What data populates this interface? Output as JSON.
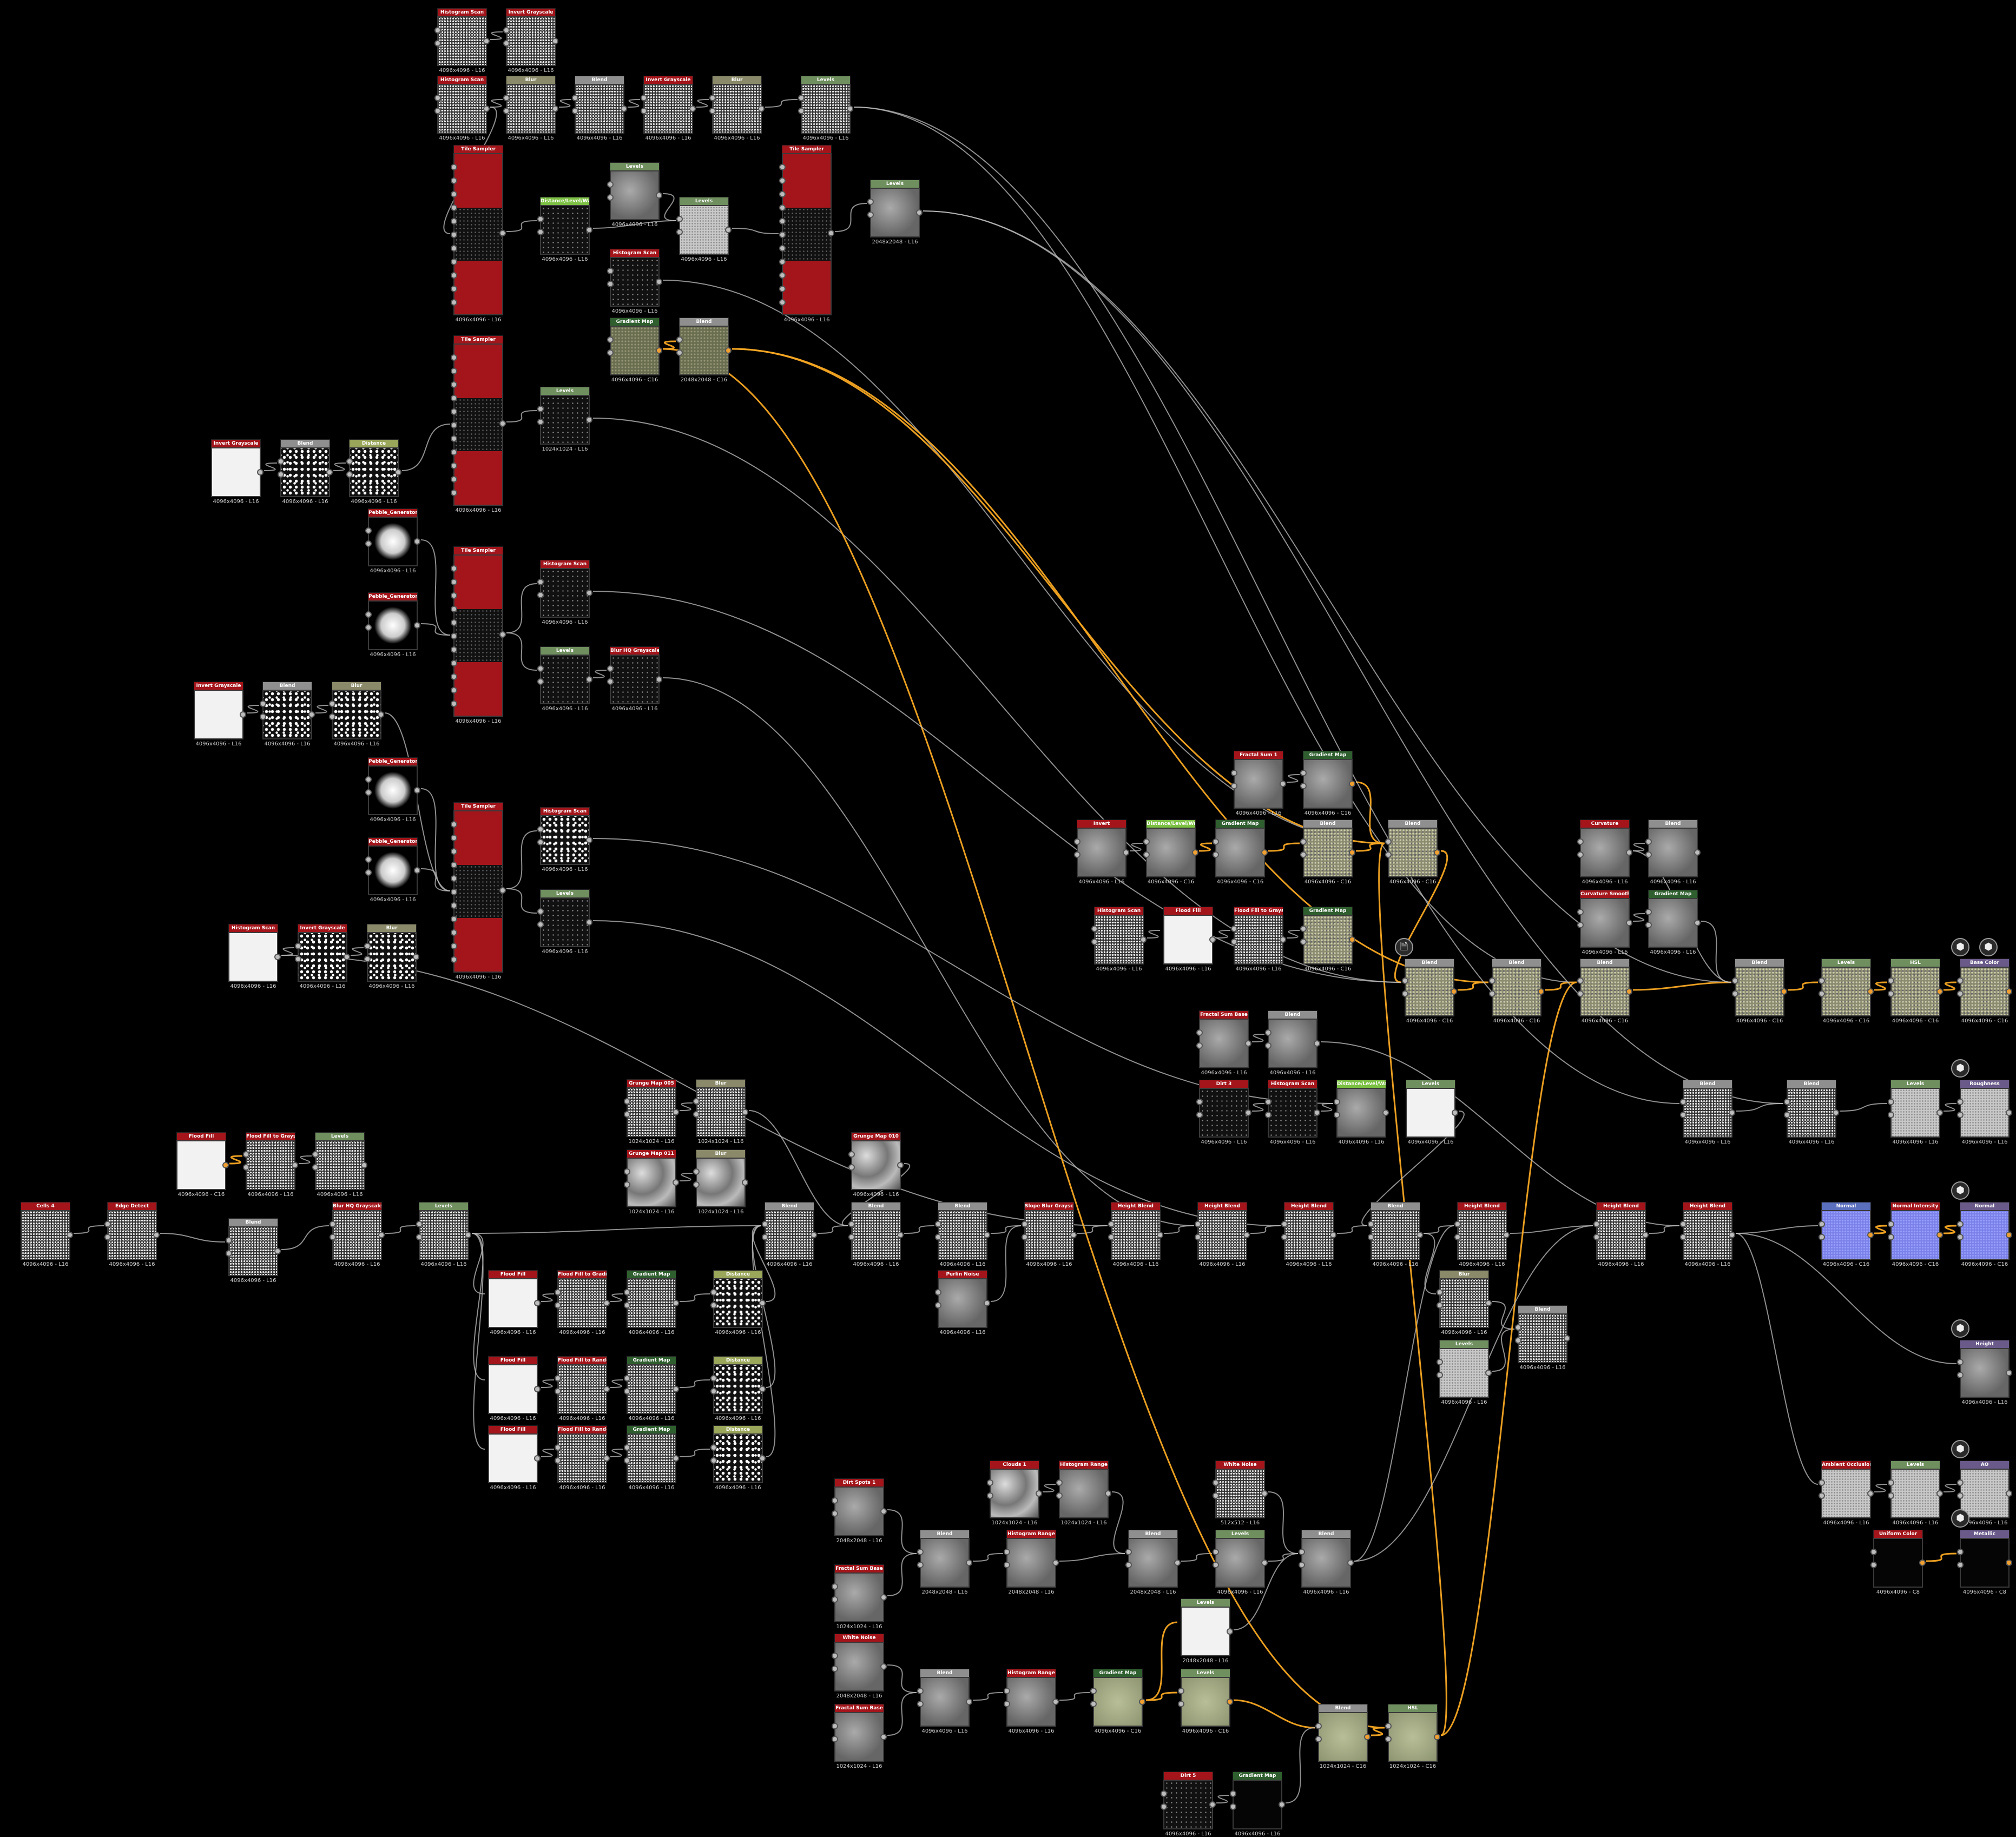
{
  "canvas": {
    "background": "#000000",
    "wire_color": "#bfbfbf",
    "highlight_wire_color": "#f5a623"
  },
  "colors": {
    "red": "#a3151b",
    "gray": "#8f8f8f",
    "green": "#6f8f5f",
    "lime": "#7cc043",
    "khaki": "#8a8a6a",
    "olive": "#9aa65a",
    "blue": "#5b6fbf",
    "darkgreen": "#2f5f2f",
    "purple": "#6a5a8a"
  },
  "nodes": [
    {
      "id": "n1",
      "title": "Histogram Scan",
      "res": "4096x4096 - L16",
      "tex": "noise",
      "hc": "red"
    },
    {
      "id": "n2",
      "title": "Invert Grayscale",
      "res": "4096x4096 - L16",
      "tex": "noise",
      "hc": "red"
    },
    {
      "id": "n3",
      "title": "Histogram Scan",
      "res": "4096x4096 - L16",
      "tex": "noise",
      "hc": "red"
    },
    {
      "id": "n4",
      "title": "Blur",
      "res": "4096x4096 - L16",
      "tex": "noise",
      "hc": "khaki"
    },
    {
      "id": "n5",
      "title": "Blend",
      "res": "4096x4096 - L16",
      "tex": "noise",
      "hc": "gray"
    },
    {
      "id": "n6",
      "title": "Invert Grayscale",
      "res": "4096x4096 - L16",
      "tex": "noise",
      "hc": "red"
    },
    {
      "id": "n7",
      "title": "Blur",
      "res": "4096x4096 - L16",
      "tex": "noise",
      "hc": "khaki"
    },
    {
      "id": "n8",
      "title": "Levels",
      "res": "4096x4096 - L16",
      "tex": "noise",
      "hc": "green"
    },
    {
      "id": "t1",
      "title": "Tile Sampler",
      "res": "4096x4096 - L16",
      "tex": "tall",
      "hc": "red"
    },
    {
      "id": "n9",
      "title": "Levels",
      "res": "4096x4096 - L16",
      "tex": "gray",
      "hc": "green"
    },
    {
      "id": "n10",
      "title": "Distance/Level/Warp",
      "res": "4096x4096 - L16",
      "tex": "dark",
      "hc": "lime"
    },
    {
      "id": "n11",
      "title": "Levels",
      "res": "4096x4096 - L16",
      "tex": "light",
      "hc": "green"
    },
    {
      "id": "t2",
      "title": "Tile Sampler",
      "res": "4096x4096 - L16",
      "tex": "tall",
      "hc": "red"
    },
    {
      "id": "n12",
      "title": "Levels",
      "res": "2048x2048 - L16",
      "tex": "gray",
      "hc": "green"
    },
    {
      "id": "n13",
      "title": "Histogram Scan",
      "res": "4096x4096 - L16",
      "tex": "dark",
      "hc": "red"
    },
    {
      "id": "n14",
      "title": "Gradient Map",
      "res": "4096x4096 - C16",
      "tex": "olive",
      "hc": "darkgreen"
    },
    {
      "id": "n15",
      "title": "Blend",
      "res": "2048x2048 - C16",
      "tex": "olive",
      "hc": "gray"
    },
    {
      "id": "t3",
      "title": "Tile Sampler",
      "res": "4096x4096 - L16",
      "tex": "tall",
      "hc": "red"
    },
    {
      "id": "n16",
      "title": "Levels",
      "res": "1024x1024 - L16",
      "tex": "dark",
      "hc": "green"
    },
    {
      "id": "n17",
      "title": "Invert Grayscale",
      "res": "4096x4096 - L16",
      "tex": "white",
      "hc": "red"
    },
    {
      "id": "n18",
      "title": "Blend",
      "res": "4096x4096 - L16",
      "tex": "spots",
      "hc": "gray"
    },
    {
      "id": "n19",
      "title": "Distance",
      "res": "4096x4096 - L16",
      "tex": "spots",
      "hc": "olive"
    },
    {
      "id": "n20",
      "title": "Pebble_Generator",
      "res": "4096x4096 - L16",
      "tex": "pebble",
      "hc": "red"
    },
    {
      "id": "n21",
      "title": "Pebble_Generator",
      "res": "4096x4096 - L16",
      "tex": "pebble",
      "hc": "red"
    },
    {
      "id": "t4",
      "title": "Tile Sampler",
      "res": "4096x4096 - L16",
      "tex": "tall",
      "hc": "red"
    },
    {
      "id": "n22",
      "title": "Histogram Scan",
      "res": "4096x4096 - L16",
      "tex": "dark",
      "hc": "red"
    },
    {
      "id": "n23",
      "title": "Levels",
      "res": "4096x4096 - L16",
      "tex": "dark",
      "hc": "green"
    },
    {
      "id": "n24",
      "title": "Blur HQ Grayscale",
      "res": "4096x4096 - L16",
      "tex": "dark",
      "hc": "red"
    },
    {
      "id": "n25",
      "title": "Invert Grayscale",
      "res": "4096x4096 - L16",
      "tex": "white",
      "hc": "red"
    },
    {
      "id": "n26",
      "title": "Blend",
      "res": "4096x4096 - L16",
      "tex": "spots",
      "hc": "gray"
    },
    {
      "id": "n27",
      "title": "Blur",
      "res": "4096x4096 - L16",
      "tex": "spots",
      "hc": "khaki"
    },
    {
      "id": "n28",
      "title": "Pebble_Generator",
      "res": "4096x4096 - L16",
      "tex": "pebble",
      "hc": "red"
    },
    {
      "id": "n29",
      "title": "Pebble_Generator",
      "res": "4096x4096 - L16",
      "tex": "pebble",
      "hc": "red"
    },
    {
      "id": "t5",
      "title": "Tile Sampler",
      "res": "4096x4096 - L16",
      "tex": "tall",
      "hc": "red"
    },
    {
      "id": "n30",
      "title": "Histogram Scan",
      "res": "4096x4096 - L16",
      "tex": "spots",
      "hc": "red"
    },
    {
      "id": "n31",
      "title": "Levels",
      "res": "4096x4096 - L16",
      "tex": "dark",
      "hc": "green"
    },
    {
      "id": "n32",
      "title": "Histogram Scan",
      "res": "4096x4096 - L16",
      "tex": "white",
      "hc": "red"
    },
    {
      "id": "n33",
      "title": "Invert Grayscale",
      "res": "4096x4096 - L16",
      "tex": "spots",
      "hc": "red"
    },
    {
      "id": "n34",
      "title": "Blur",
      "res": "4096x4096 - L16",
      "tex": "spots",
      "hc": "khaki"
    },
    {
      "id": "n35",
      "title": "Fractal Sum 1",
      "res": "4096x4096 - L16",
      "tex": "gray",
      "hc": "red"
    },
    {
      "id": "n36",
      "title": "Gradient Map",
      "res": "4096x4096 - C16",
      "tex": "gray",
      "hc": "darkgreen"
    },
    {
      "id": "n37",
      "title": "Invert",
      "res": "4096x4096 - L16",
      "tex": "gray",
      "hc": "red"
    },
    {
      "id": "n38",
      "title": "Distance/Level/Warp",
      "res": "4096x4096 - C16",
      "tex": "gray",
      "hc": "lime"
    },
    {
      "id": "n39",
      "title": "Gradient Map",
      "res": "4096x4096 - C16",
      "tex": "gray",
      "hc": "darkgreen"
    },
    {
      "id": "n40",
      "title": "Blend",
      "res": "4096x4096 - C16",
      "tex": "rock",
      "hc": "gray"
    },
    {
      "id": "n41",
      "title": "Blend",
      "res": "4096x4096 - C16",
      "tex": "rock",
      "hc": "gray"
    },
    {
      "id": "n42",
      "title": "Histogram Scan",
      "res": "4096x4096 - L16",
      "tex": "noise",
      "hc": "red"
    },
    {
      "id": "n43",
      "title": "Flood Fill",
      "res": "4096x4096 - L16",
      "tex": "white",
      "hc": "red"
    },
    {
      "id": "n44",
      "title": "Flood Fill to Grayscale",
      "res": "4096x4096 - L16",
      "tex": "noise",
      "hc": "red"
    },
    {
      "id": "n45",
      "title": "Gradient Map",
      "res": "4096x4096 - C16",
      "tex": "rock",
      "hc": "darkgreen"
    },
    {
      "id": "n46",
      "title": "Curvature",
      "res": "4096x4096 - L16",
      "tex": "gray",
      "hc": "red"
    },
    {
      "id": "n47",
      "title": "Blend",
      "res": "4096x4096 - L16",
      "tex": "gray",
      "hc": "gray"
    },
    {
      "id": "n48",
      "title": "Curvature Smooth",
      "res": "4096x4096 - L16",
      "tex": "gray",
      "hc": "red"
    },
    {
      "id": "n49",
      "title": "Gradient Map",
      "res": "4096x4096 - L16",
      "tex": "gray",
      "hc": "darkgreen"
    },
    {
      "id": "n50",
      "title": "Blend",
      "res": "4096x4096 - C16",
      "tex": "rock",
      "hc": "gray"
    },
    {
      "id": "n51",
      "title": "Blend",
      "res": "4096x4096 - C16",
      "tex": "rock",
      "hc": "gray"
    },
    {
      "id": "n52",
      "title": "Blend",
      "res": "4096x4096 - C16",
      "tex": "rock",
      "hc": "gray"
    },
    {
      "id": "n53",
      "title": "Blend",
      "res": "4096x4096 - C16",
      "tex": "rock",
      "hc": "gray"
    },
    {
      "id": "n54",
      "title": "Levels",
      "res": "4096x4096 - C16",
      "tex": "rock",
      "hc": "green"
    },
    {
      "id": "n55",
      "title": "HSL",
      "res": "4096x4096 - C16",
      "tex": "rock",
      "hc": "green"
    },
    {
      "id": "o1",
      "title": "Base Color",
      "res": "4096x4096 - C16",
      "tex": "rock",
      "hc": "purple"
    },
    {
      "id": "n56",
      "title": "Fractal Sum Base",
      "res": "4096x4096 - L16",
      "tex": "gray",
      "hc": "red"
    },
    {
      "id": "n57",
      "title": "Blend",
      "res": "4096x4096 - L16",
      "tex": "gray",
      "hc": "gray"
    },
    {
      "id": "n58",
      "title": "Dirt 3",
      "res": "4096x4096 - L16",
      "tex": "dark",
      "hc": "red"
    },
    {
      "id": "n59",
      "title": "Histogram Scan",
      "res": "4096x4096 - L16",
      "tex": "dark",
      "hc": "red"
    },
    {
      "id": "n60",
      "title": "Distance/Level/Warp",
      "res": "4096x4096 - L16",
      "tex": "gray",
      "hc": "lime"
    },
    {
      "id": "n61",
      "title": "Levels",
      "res": "4096x4096 - L16",
      "tex": "white",
      "hc": "green"
    },
    {
      "id": "n62",
      "title": "Blend",
      "res": "4096x4096 - L16",
      "tex": "noise",
      "hc": "gray"
    },
    {
      "id": "n63",
      "title": "Blend",
      "res": "4096x4096 - L16",
      "tex": "noise",
      "hc": "gray"
    },
    {
      "id": "n64",
      "title": "Levels",
      "res": "4096x4096 - L16",
      "tex": "light",
      "hc": "green"
    },
    {
      "id": "o2",
      "title": "Roughness",
      "res": "4096x4096 - L16",
      "tex": "light",
      "hc": "purple"
    },
    {
      "id": "n65",
      "title": "Cells 4",
      "res": "4096x4096 - L16",
      "tex": "noise",
      "hc": "red"
    },
    {
      "id": "n66",
      "title": "Edge Detect",
      "res": "4096x4096 - L16",
      "tex": "noise",
      "hc": "red"
    },
    {
      "id": "n67",
      "title": "Flood Fill",
      "res": "4096x4096 - C16",
      "tex": "white",
      "hc": "red"
    },
    {
      "id": "n68",
      "title": "Flood Fill to Grayscale",
      "res": "4096x4096 - L16",
      "tex": "noise",
      "hc": "red"
    },
    {
      "id": "n69",
      "title": "Levels",
      "res": "4096x4096 - L16",
      "tex": "noise",
      "hc": "green"
    },
    {
      "id": "n70",
      "title": "Blend",
      "res": "4096x4096 - L16",
      "tex": "noise",
      "hc": "gray"
    },
    {
      "id": "n71",
      "title": "Blur HQ Grayscale",
      "res": "4096x4096 - L16",
      "tex": "noise",
      "hc": "red"
    },
    {
      "id": "n72",
      "title": "Levels",
      "res": "4096x4096 - L16",
      "tex": "noise",
      "hc": "green"
    },
    {
      "id": "n73",
      "title": "Grunge Map 005",
      "res": "1024x1024 - L16",
      "tex": "noise",
      "hc": "red"
    },
    {
      "id": "n74",
      "title": "Blur",
      "res": "1024x1024 - L16",
      "tex": "noise",
      "hc": "khaki"
    },
    {
      "id": "n75",
      "title": "Grunge Map 011",
      "res": "1024x1024 - L16",
      "tex": "cloud",
      "hc": "red"
    },
    {
      "id": "n76",
      "title": "Blur",
      "res": "1024x1024 - L16",
      "tex": "cloud",
      "hc": "khaki"
    },
    {
      "id": "n77",
      "title": "Grunge Map 010",
      "res": "4096x4096 - L16",
      "tex": "cloud",
      "hc": "red"
    },
    {
      "id": "n78",
      "title": "Blend",
      "res": "4096x4096 - L16",
      "tex": "noise",
      "hc": "gray"
    },
    {
      "id": "n79",
      "title": "Blend",
      "res": "4096x4096 - L16",
      "tex": "noise",
      "hc": "gray"
    },
    {
      "id": "n80",
      "title": "Blend",
      "res": "4096x4096 - L16",
      "tex": "noise",
      "hc": "gray"
    },
    {
      "id": "n81",
      "title": "Slope Blur Grayscale",
      "res": "4096x4096 - L16",
      "tex": "noise",
      "hc": "red"
    },
    {
      "id": "n82",
      "title": "Perlin Noise",
      "res": "4096x4096 - L16",
      "tex": "gray",
      "hc": "red"
    },
    {
      "id": "n83",
      "title": "Height Blend",
      "res": "4096x4096 - L16",
      "tex": "noise",
      "hc": "red"
    },
    {
      "id": "n84",
      "title": "Height Blend",
      "res": "4096x4096 - L16",
      "tex": "noise",
      "hc": "red"
    },
    {
      "id": "n85",
      "title": "Height Blend",
      "res": "4096x4096 - L16",
      "tex": "noise",
      "hc": "red"
    },
    {
      "id": "n86",
      "title": "Blend",
      "res": "4096x4096 - L16",
      "tex": "noise",
      "hc": "gray"
    },
    {
      "id": "n87",
      "title": "Height Blend",
      "res": "4096x4096 - L16",
      "tex": "noise",
      "hc": "red"
    },
    {
      "id": "n88",
      "title": "Height Blend",
      "res": "4096x4096 - L16",
      "tex": "noise",
      "hc": "red"
    },
    {
      "id": "n89",
      "title": "Height Blend",
      "res": "4096x4096 - L16",
      "tex": "noise",
      "hc": "red"
    },
    {
      "id": "n90",
      "title": "Normal",
      "res": "4096x4096 - C16",
      "tex": "normal",
      "hc": "blue"
    },
    {
      "id": "n91",
      "title": "Normal Intensity",
      "res": "4096x4096 - C16",
      "tex": "normal",
      "hc": "red"
    },
    {
      "id": "o3",
      "title": "Normal",
      "res": "4096x4096 - C16",
      "tex": "normal",
      "hc": "purple"
    },
    {
      "id": "n92",
      "title": "Blur",
      "res": "4096x4096 - L16",
      "tex": "noise",
      "hc": "khaki"
    },
    {
      "id": "n93",
      "title": "Levels",
      "res": "4096x4096 - L16",
      "tex": "light",
      "hc": "green"
    },
    {
      "id": "n94",
      "title": "Blend",
      "res": "4096x4096 - L16",
      "tex": "noise",
      "hc": "gray"
    },
    {
      "id": "o4",
      "title": "Height",
      "res": "4096x4096 - L16",
      "tex": "gray",
      "hc": "purple"
    },
    {
      "id": "n95",
      "title": "Flood Fill",
      "res": "4096x4096 - L16",
      "tex": "white",
      "hc": "red"
    },
    {
      "id": "n96",
      "title": "Flood Fill to Gradient",
      "res": "4096x4096 - L16",
      "tex": "noise",
      "hc": "red"
    },
    {
      "id": "n97",
      "title": "Gradient Map",
      "res": "4096x4096 - L16",
      "tex": "noise",
      "hc": "darkgreen"
    },
    {
      "id": "n98",
      "title": "Distance",
      "res": "4096x4096 - L16",
      "tex": "spots",
      "hc": "olive"
    },
    {
      "id": "n99",
      "title": "Flood Fill",
      "res": "4096x4096 - L16",
      "tex": "white",
      "hc": "red"
    },
    {
      "id": "n100",
      "title": "Flood Fill to Random",
      "res": "4096x4096 - L16",
      "tex": "noise",
      "hc": "red"
    },
    {
      "id": "n101",
      "title": "Gradient Map",
      "res": "4096x4096 - L16",
      "tex": "noise",
      "hc": "darkgreen"
    },
    {
      "id": "n102",
      "title": "Distance",
      "res": "4096x4096 - L16",
      "tex": "spots",
      "hc": "olive"
    },
    {
      "id": "n103",
      "title": "Flood Fill",
      "res": "4096x4096 - L16",
      "tex": "white",
      "hc": "red"
    },
    {
      "id": "n104",
      "title": "Flood Fill to Random",
      "res": "4096x4096 - L16",
      "tex": "noise",
      "hc": "red"
    },
    {
      "id": "n105",
      "title": "Gradient Map",
      "res": "4096x4096 - L16",
      "tex": "noise",
      "hc": "darkgreen"
    },
    {
      "id": "n106",
      "title": "Distance",
      "res": "4096x4096 - L16",
      "tex": "spots",
      "hc": "olive"
    },
    {
      "id": "n107",
      "title": "Ambient Occlusion",
      "res": "4096x4096 - L16",
      "tex": "light",
      "hc": "red"
    },
    {
      "id": "n108",
      "title": "Levels",
      "res": "4096x4096 - L16",
      "tex": "light",
      "hc": "green"
    },
    {
      "id": "o5",
      "title": "AO",
      "res": "4096x4096 - L16",
      "tex": "light",
      "hc": "purple"
    },
    {
      "id": "n109",
      "title": "Uniform Color",
      "res": "4096x4096 - C8",
      "tex": "black",
      "hc": "red"
    },
    {
      "id": "o6",
      "title": "Metallic",
      "res": "4096x4096 - C8",
      "tex": "black",
      "hc": "purple"
    },
    {
      "id": "n110",
      "title": "Dirt Spots 1",
      "res": "2048x2048 - L16",
      "tex": "gray",
      "hc": "red"
    },
    {
      "id": "n111",
      "title": "Clouds 1",
      "res": "1024x1024 - L16",
      "tex": "cloud",
      "hc": "red"
    },
    {
      "id": "n112",
      "title": "Histogram Range",
      "res": "1024x1024 - L16",
      "tex": "gray",
      "hc": "red"
    },
    {
      "id": "n113",
      "title": "White Noise",
      "res": "512x512 - L16",
      "tex": "noise",
      "hc": "red"
    },
    {
      "id": "n114",
      "title": "Fractal Sum Base",
      "res": "1024x1024 - L16",
      "tex": "gray",
      "hc": "red"
    },
    {
      "id": "n115",
      "title": "Blend",
      "res": "2048x2048 - L16",
      "tex": "gray",
      "hc": "gray"
    },
    {
      "id": "n116",
      "title": "Histogram Range",
      "res": "2048x2048 - L16",
      "tex": "gray",
      "hc": "red"
    },
    {
      "id": "n117",
      "title": "Blend",
      "res": "2048x2048 - L16",
      "tex": "gray",
      "hc": "gray"
    },
    {
      "id": "n118",
      "title": "Levels",
      "res": "4096x4096 - L16",
      "tex": "gray",
      "hc": "green"
    },
    {
      "id": "n119",
      "title": "Blend",
      "res": "4096x4096 - L16",
      "tex": "gray",
      "hc": "gray"
    },
    {
      "id": "n120",
      "title": "Levels",
      "res": "2048x2048 - L16",
      "tex": "white",
      "hc": "green"
    },
    {
      "id": "n121",
      "title": "White Noise",
      "res": "2048x2048 - L16",
      "tex": "gray",
      "hc": "red"
    },
    {
      "id": "n122",
      "title": "Fractal Sum Base",
      "res": "1024x1024 - L16",
      "tex": "gray",
      "hc": "red"
    },
    {
      "id": "n123",
      "title": "Blend",
      "res": "4096x4096 - L16",
      "tex": "gray",
      "hc": "gray"
    },
    {
      "id": "n124",
      "title": "Histogram Range",
      "res": "4096x4096 - L16",
      "tex": "gray",
      "hc": "red"
    },
    {
      "id": "n125",
      "title": "Gradient Map",
      "res": "4096x4096 - C16",
      "tex": "olivelight",
      "hc": "darkgreen"
    },
    {
      "id": "n126",
      "title": "Levels",
      "res": "4096x4096 - C16",
      "tex": "olivelight",
      "hc": "green"
    },
    {
      "id": "n127",
      "title": "Blend",
      "res": "1024x1024 - C16",
      "tex": "olivelight",
      "hc": "gray"
    },
    {
      "id": "n128",
      "title": "HSL",
      "res": "1024x1024 - C16",
      "tex": "olivelight",
      "hc": "green"
    },
    {
      "id": "n129",
      "title": "Dirt 5",
      "res": "4096x4096 - L16",
      "tex": "dark",
      "hc": "red"
    },
    {
      "id": "n130",
      "title": "Gradient Map",
      "res": "4096x4096 - L16",
      "tex": "black",
      "hc": "darkgreen"
    }
  ],
  "icons": [
    {
      "id": "i1",
      "name": "document-icon",
      "glyph": "🗎"
    },
    {
      "id": "i2",
      "name": "cube-icon",
      "glyph": "⬢"
    },
    {
      "id": "i3",
      "name": "cube-icon",
      "glyph": "⬢"
    },
    {
      "id": "i4",
      "name": "cube-icon",
      "glyph": "⬢"
    },
    {
      "id": "i5",
      "name": "cube-icon",
      "glyph": "⬢"
    },
    {
      "id": "i6",
      "name": "cube-icon",
      "glyph": "⬢"
    },
    {
      "id": "i7",
      "name": "cube-icon",
      "glyph": "⬢"
    },
    {
      "id": "i8",
      "name": "cube-icon",
      "glyph": "⬢"
    }
  ]
}
